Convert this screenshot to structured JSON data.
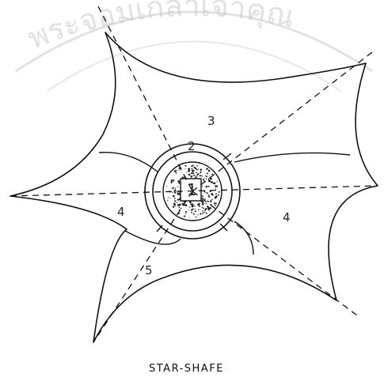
{
  "watermark": {
    "text": "พระจอมเกล้าเจ้าคุณ"
  },
  "diagram": {
    "core_label": "1",
    "regions": {
      "ring": "2",
      "upper": "3",
      "left": "4",
      "right": "4",
      "lower": "5"
    },
    "caption": "STAR-SHAFE"
  }
}
